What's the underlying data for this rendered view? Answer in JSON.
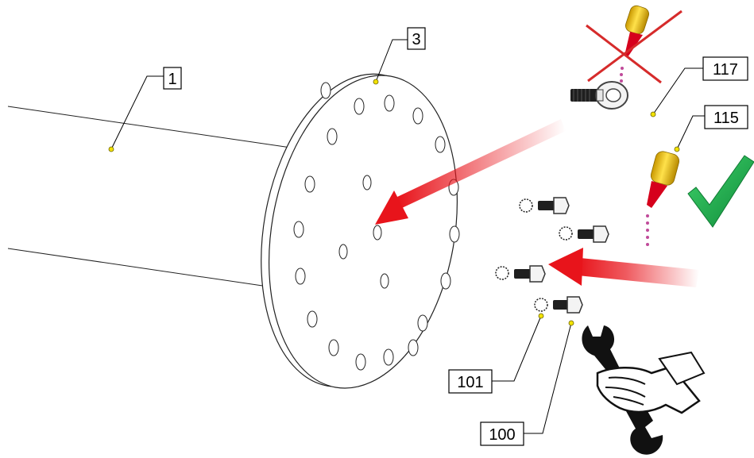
{
  "callouts": [
    {
      "id": "1",
      "label": "1"
    },
    {
      "id": "3",
      "label": "3"
    },
    {
      "id": "117",
      "label": "117"
    },
    {
      "id": "115",
      "label": "115"
    },
    {
      "id": "101",
      "label": "101"
    },
    {
      "id": "100",
      "label": "100"
    }
  ],
  "colors": {
    "arrow": "#e8141b",
    "check": "#16a34a",
    "cross": "#d62b2b",
    "glue_tube": "#f2c200",
    "glue_nozzle": "#d6001c",
    "glue_drops": "#c04a9a",
    "dot": "#f2e200"
  },
  "icons": [
    "red-cross-icon",
    "check-mark-icon",
    "threadlocker-tube-icon",
    "wrench-hand-icon",
    "eye-bolt-icon",
    "hex-bolt-icon",
    "lock-washer-icon"
  ]
}
